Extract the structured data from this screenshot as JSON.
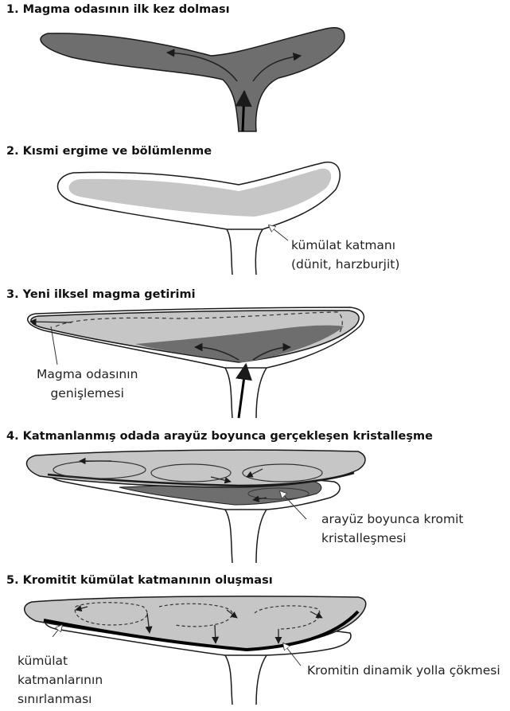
{
  "stages": [
    {
      "title": "1. Magma odasının ilk kez dolması"
    },
    {
      "title": "2. Kısmi ergime ve bölümlenme",
      "label_lines": [
        "kümülat katmanı",
        "(dünit, harzburjit)"
      ]
    },
    {
      "title": "3. Yeni ilksel magma getirimi",
      "label_lines": [
        "Magma odasının",
        "genişlemesi"
      ]
    },
    {
      "title": "4. Katmanlanmış odada arayüz boyunca gerçekleşen kristalleşme",
      "label_lines": [
        "arayüz boyunca kromit",
        "kristalleşmesi"
      ]
    },
    {
      "title": "5. Kromitit kümülat katmanının oluşması",
      "label_left_lines": [
        "kümülat",
        "katmanlarının",
        "sınırlanması"
      ],
      "label_right": "Kromitin dinamik yolla çökmesi"
    }
  ],
  "colors": {
    "magma_dark": "#6e6e6e",
    "magma_light": "#c6c6c6",
    "outline": "#1a1a1a",
    "chromitite": "#000000"
  }
}
